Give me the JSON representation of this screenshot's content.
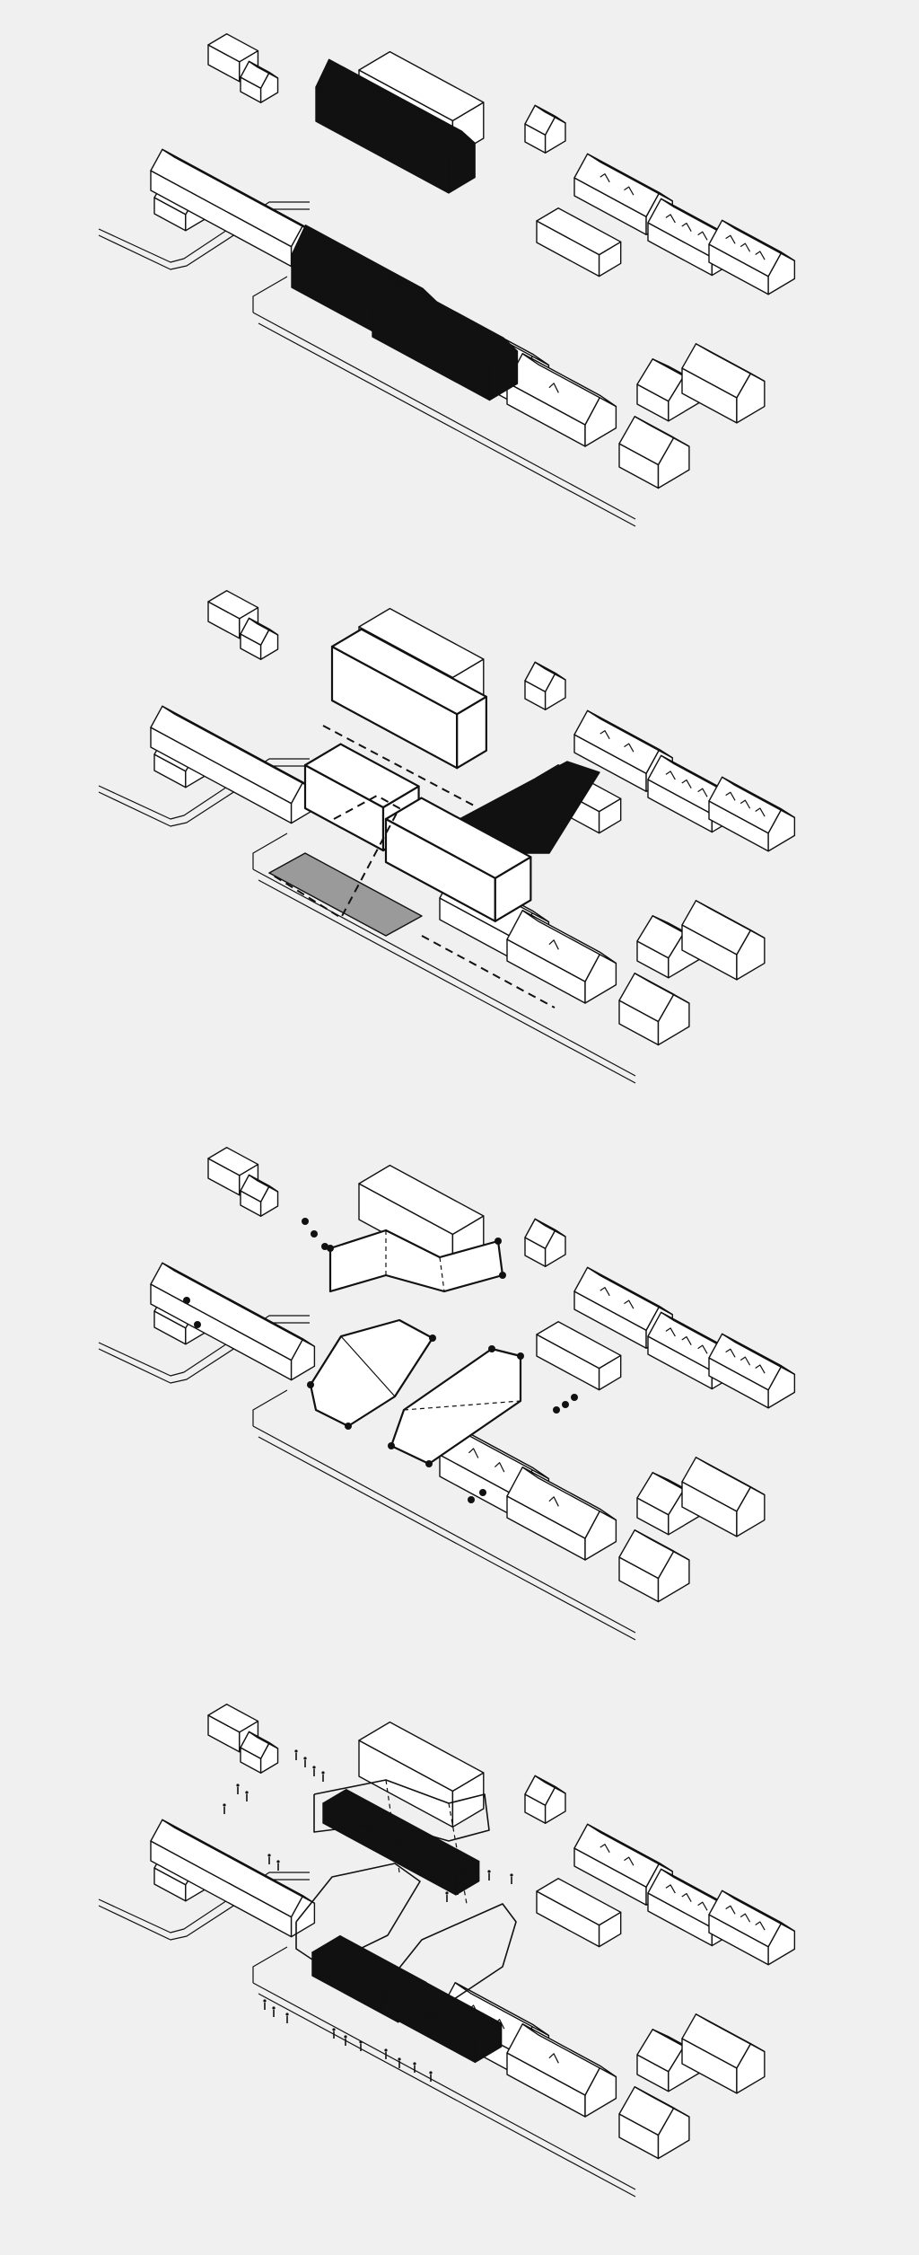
{
  "figure": {
    "kind": "isometric massing sequence",
    "panel_count": 4,
    "background_color": "#f0f0f0",
    "line_color": "#111111",
    "fill_color": "#111111",
    "panels": [
      {
        "step": 1,
        "state": "existing black volumes on site"
      },
      {
        "step": 2,
        "state": "white massing with dashed path and shadow"
      },
      {
        "step": 3,
        "state": "faceted roof volumes with connection dots"
      },
      {
        "step": 4,
        "state": "wireframe roofs over black volumes with people"
      }
    ]
  }
}
